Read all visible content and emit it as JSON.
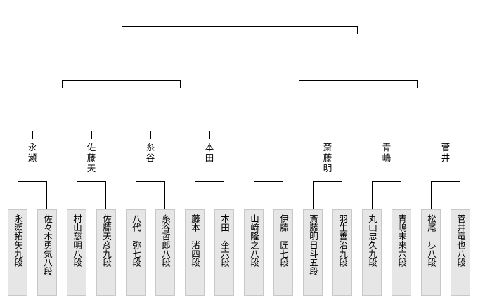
{
  "colors": {
    "line": "#000000",
    "player_box_bg": "#e6e6e6",
    "player_box_border": "#c8c8c8",
    "text": "#000000"
  },
  "round2_winners": [
    "永瀬",
    "佐藤天",
    "糸谷",
    "本田",
    "",
    "斎藤明",
    "青嶋",
    "菅井"
  ],
  "players": [
    "永瀬拓矢九段",
    "佐々木勇気八段",
    "村山慈明八段",
    "佐藤天彦九段",
    "八代　弥七段",
    "糸谷哲郎八段",
    "藤本　渚四段",
    "本田　奎六段",
    "山﨑隆之八段",
    "伊藤　匠七段",
    "斎藤明日斗五段",
    "羽生善治九段",
    "丸山忠久九段",
    "青嶋未来六段",
    "松尾　歩八段",
    "菅井竜也八段"
  ]
}
